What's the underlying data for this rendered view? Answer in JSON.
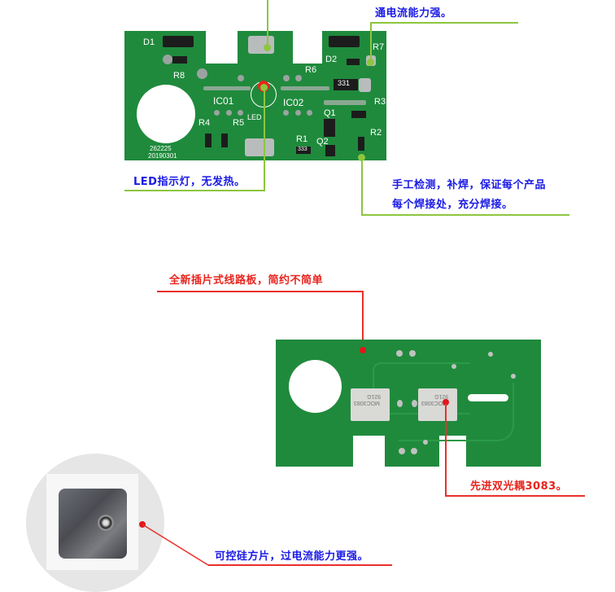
{
  "top_board": {
    "silkscreen": {
      "d1": "D1",
      "d2": "D2",
      "r1": "R1",
      "r2": "R2",
      "r3": "R3",
      "r4": "R4",
      "r5": "R5",
      "r6": "R6",
      "r7": "R7",
      "r8": "R8",
      "q1": "Q1",
      "q2": "Q2",
      "ic01": "IC01",
      "ic02": "IC02",
      "led": "LED",
      "serial1": "262225",
      "serial2": "20190301",
      "res_code_r1": "333",
      "res_code_r6": "331"
    },
    "callouts": {
      "current": "通电流能力强。",
      "led": "LED指示灯，无发热。",
      "solder_line1": "手工检测，补焊，保证每个产品",
      "solder_line2": "每个焊接处，充分焊接。"
    }
  },
  "bottom_board": {
    "chip_marks": {
      "chip1_line1": "MOC3083",
      "chip1_line2": "921G",
      "chip2_line1": "MOC3083",
      "chip2_line2": "921G"
    },
    "callouts": {
      "board": "全新插片式线路板，简约不简单",
      "optocoupler": "先进双光耦3083。"
    }
  },
  "thyristor": {
    "callout": "可控硅方片，过电流能力更强。"
  },
  "colors": {
    "pcb_green": "#1f8a3c",
    "callout_green_line": "#8cc63f",
    "callout_red_line": "#e8302a",
    "caption_blue": "#1a1ae6",
    "caption_red": "#e8241e"
  }
}
